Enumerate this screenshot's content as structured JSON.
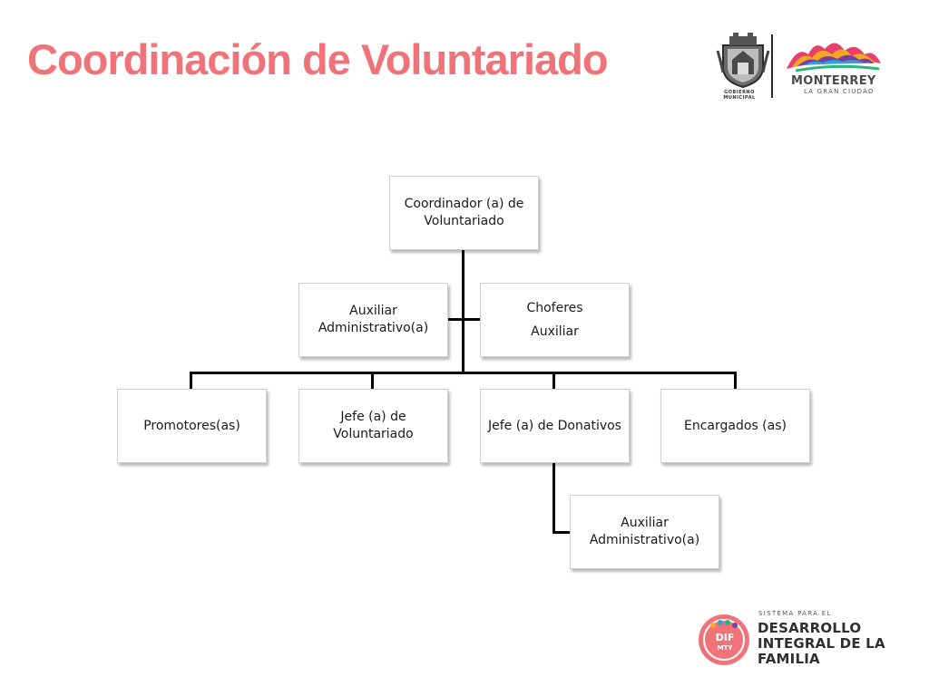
{
  "slide": {
    "title": "Coordinación de Voluntariado"
  },
  "logos": {
    "municipal": {
      "icon": "city-seal-icon",
      "caption": "GOBIERNO MUNICIPAL"
    },
    "monterrey": {
      "icon": "monterrey-mountains-icon",
      "name": "MONTERREY",
      "tagline": "LA GRAN CIUDAD"
    },
    "dif": {
      "icon": "dif-family-badge-icon",
      "badge": "DIF",
      "badge_sub": "MTY",
      "prefix": "SISTEMA PARA EL",
      "line1": "DESARROLLO",
      "line2": "INTEGRAL DE LA",
      "line3": "FAMILIA"
    }
  },
  "colors": {
    "title": "#f0737a",
    "connector": "#000000",
    "node_border": "#cfcfcf"
  },
  "org_chart": {
    "root": {
      "label": "Coordinador (a) de Voluntariado"
    },
    "assistants": [
      {
        "label": "Auxiliar Administrativo(a)"
      },
      {
        "label": "Choferes",
        "label2": "Auxiliar"
      }
    ],
    "children": [
      {
        "label": "Promotores(as)"
      },
      {
        "label": "Jefe (a) de Voluntariado"
      },
      {
        "label": "Jefe (a) de Donativos"
      },
      {
        "label": "Encargados (as)"
      }
    ],
    "grandchild": {
      "label": "Auxiliar Administrativo(a)"
    }
  }
}
